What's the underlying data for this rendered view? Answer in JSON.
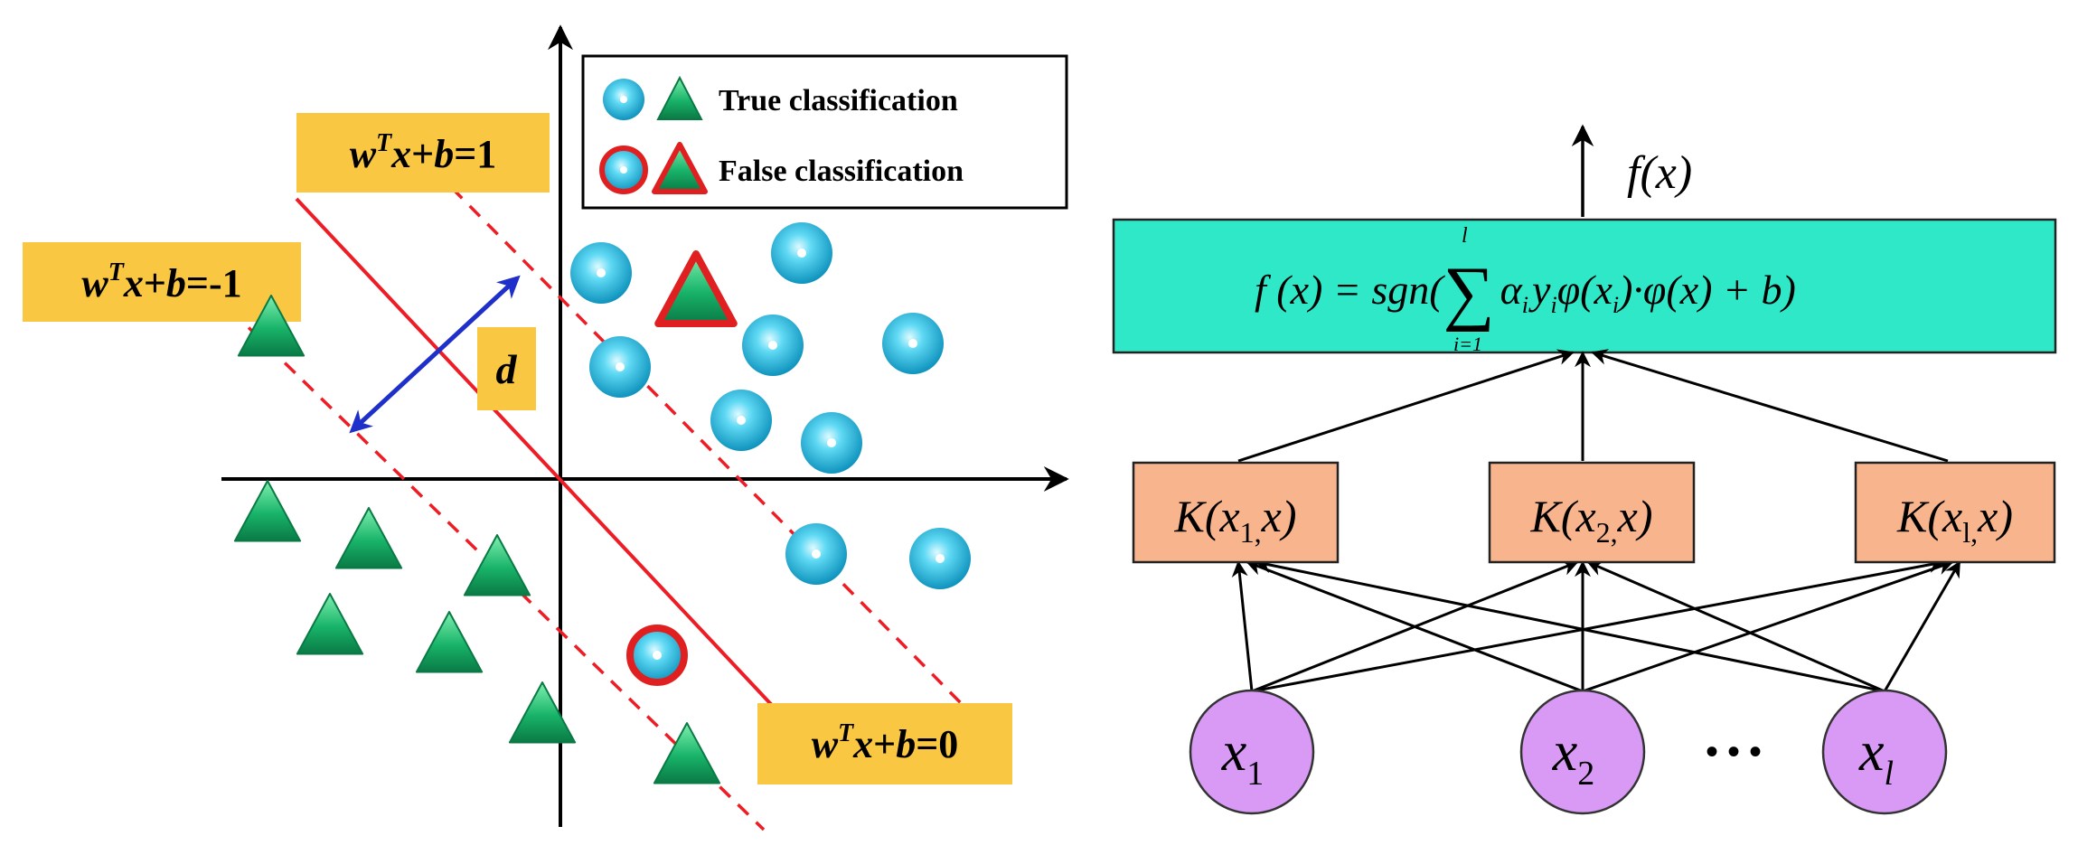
{
  "colors": {
    "label_box": "#f9c742",
    "formula_box": "#2ee8c8",
    "kernel_box": "#f8b48c",
    "input_node": "#d89af5",
    "margin_line": "#ee1c25",
    "arrow_d": "#1f2fc9",
    "circle_fill": "#27c4e8",
    "triangle_fill": "#18b369",
    "false_outline": "#e02020"
  },
  "svm_plot": {
    "legend": {
      "true_label": "True classification",
      "false_label": "False classification",
      "true_icons": [
        "circle-icon",
        "triangle-icon"
      ],
      "false_icons": [
        "circle-outlined-icon",
        "triangle-outlined-icon"
      ]
    },
    "hyperplanes": {
      "plus_one": {
        "w": "w",
        "sup": "T",
        "x": "x",
        "plus": "+",
        "b": "b",
        "rhs": "=1"
      },
      "minus_one": {
        "w": "w",
        "sup": "T",
        "x": "x",
        "plus": "+",
        "b": "b",
        "rhs": "=-1"
      },
      "zero": {
        "w": "w",
        "sup": "T",
        "x": "x",
        "plus": "+",
        "b": "b",
        "rhs": "=0"
      }
    },
    "margin_label": "d"
  },
  "network": {
    "output_label": "f(x)",
    "formula": {
      "lhs": "f (x) = sgn(",
      "sum": "∑",
      "sum_top": "l",
      "sum_bottom": "i=1",
      "body": "α",
      "body_i1": "i",
      "y": "y",
      "y_i": "i",
      "phi": "φ(x",
      "phi_i": "i",
      "rest": ")·φ(x) + b)"
    },
    "kernels": [
      {
        "K": "K(x",
        "sub": "1,",
        "tail": "x)"
      },
      {
        "K": "K(x",
        "sub": "2,",
        "tail": "x)"
      },
      {
        "K": "K(x",
        "sub": "l,",
        "tail": "x)"
      }
    ],
    "inputs": [
      {
        "x": "x",
        "sub": "1"
      },
      {
        "x": "x",
        "sub": "2"
      },
      {
        "x": "x",
        "sub": "l"
      }
    ],
    "ellipsis": "• • •"
  }
}
